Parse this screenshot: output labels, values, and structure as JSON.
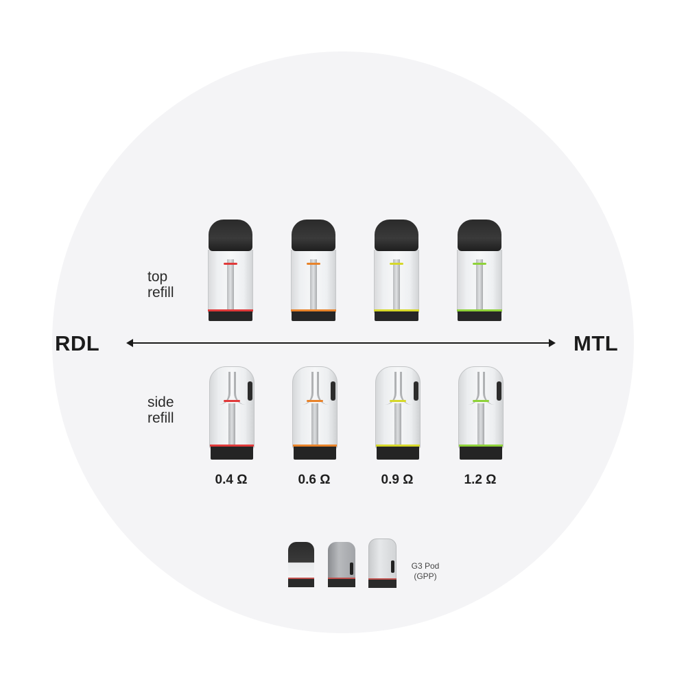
{
  "axis": {
    "left_label": "RDL",
    "right_label": "MTL",
    "arrow": "double-headed-arrow"
  },
  "rows": {
    "top": {
      "label_line1": "top",
      "label_line2": "refill"
    },
    "side": {
      "label_line1": "side",
      "label_line2": "refill"
    }
  },
  "pods": [
    {
      "resistance": "0.4 Ω",
      "color": "#e03a3a"
    },
    {
      "resistance": "0.6 Ω",
      "color": "#e8832a"
    },
    {
      "resistance": "0.9 Ω",
      "color": "#d6d82a"
    },
    {
      "resistance": "1.2 Ω",
      "color": "#8fd23a"
    }
  ],
  "compat": {
    "label_line1": "G3 Pod",
    "label_line2": "(GPP)"
  },
  "colors": {
    "background": "#ffffff",
    "circle": "#f4f4f6",
    "text": "#1a1a1a"
  }
}
